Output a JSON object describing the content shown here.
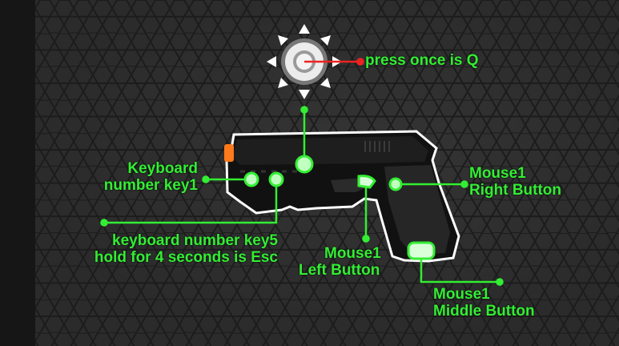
{
  "colors": {
    "accent": "#33ee33",
    "highlight_line": "#ee2222",
    "background": "#2b2b2b"
  },
  "icons": {
    "joystick": "eight-direction-joystick-icon",
    "gun": "light-gun-icon"
  },
  "labels": {
    "joystick": "press once is Q",
    "key1": [
      "Keyboard",
      "number key1"
    ],
    "key5": [
      "keyboard number key5",
      "hold for 4 seconds is Esc"
    ],
    "right": [
      "Mouse1",
      "Right Button"
    ],
    "left": [
      "Mouse1",
      "Left Button"
    ],
    "middle": [
      "Mouse1",
      "Middle Button"
    ]
  }
}
